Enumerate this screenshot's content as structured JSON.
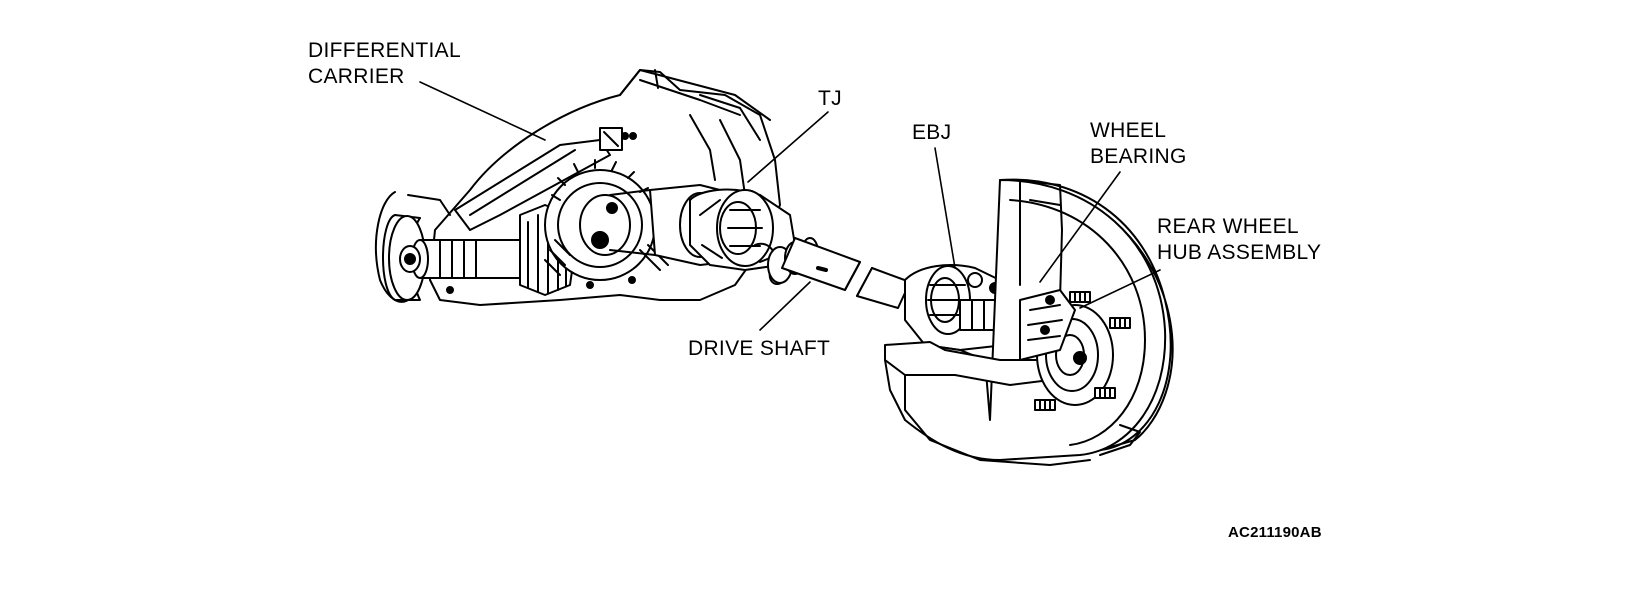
{
  "labels": {
    "differential_carrier": {
      "line1": "DIFFERENTIAL",
      "line2": "CARRIER"
    },
    "tj": "TJ",
    "ebj": "EBJ",
    "wheel_bearing": {
      "line1": "WHEEL",
      "line2": "BEARING"
    },
    "rear_wheel_hub_assembly": {
      "line1": "REAR WHEEL",
      "line2": "HUB ASSEMBLY"
    },
    "drive_shaft": "DRIVE SHAFT"
  },
  "figure_id": "AC211190AB",
  "colors": {
    "line": "#000000",
    "background": "#ffffff"
  }
}
